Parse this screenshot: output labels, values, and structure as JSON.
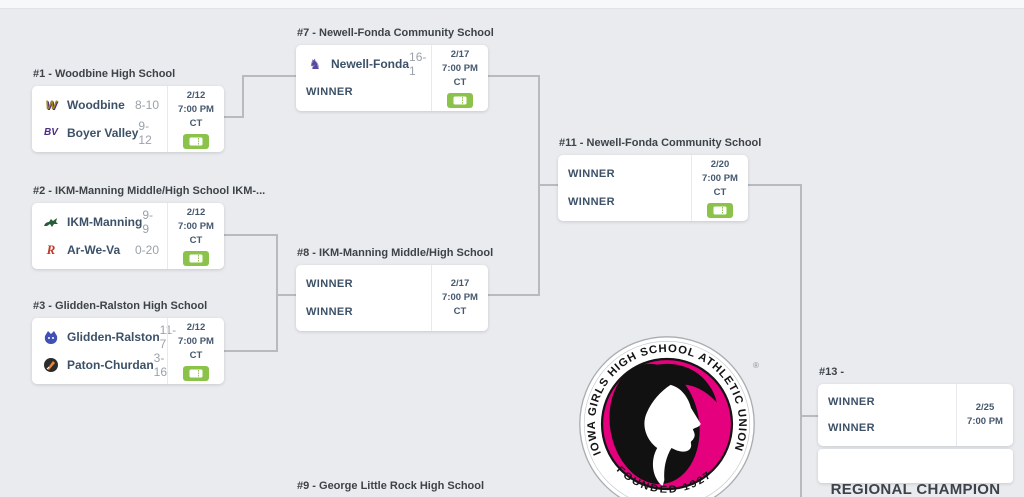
{
  "bracket": {
    "champion_label": "REGIONAL CHAMPION",
    "matches": [
      {
        "title": "#1 - Woodbine High School",
        "slot1": {
          "name": "Woodbine",
          "record": "8-10"
        },
        "slot2": {
          "name": "Boyer Valley",
          "record": "9-12"
        },
        "date": "2/12",
        "time": "7:00 PM",
        "tz": "CT"
      },
      {
        "title": "#2 - IKM-Manning Middle/High School IKM-...",
        "slot1": {
          "name": "IKM-Manning",
          "record": "9-9"
        },
        "slot2": {
          "name": "Ar-We-Va",
          "record": "0-20"
        },
        "date": "2/12",
        "time": "7:00 PM",
        "tz": "CT"
      },
      {
        "title": "#3 - Glidden-Ralston High School",
        "slot1": {
          "name": "Glidden-Ralston",
          "record": "11-7"
        },
        "slot2": {
          "name": "Paton-Churdan",
          "record": "3-16"
        },
        "date": "2/12",
        "time": "7:00 PM",
        "tz": "CT"
      },
      {
        "title": "#7 - Newell-Fonda Community School",
        "slot1": {
          "name": "Newell-Fonda",
          "record": "16-1"
        },
        "slot2": {
          "name": "WINNER"
        },
        "date": "2/17",
        "time": "7:00 PM",
        "tz": "CT"
      },
      {
        "title": "#8 - IKM-Manning Middle/High School",
        "slot1": {
          "name": "WINNER"
        },
        "slot2": {
          "name": "WINNER"
        },
        "date": "2/17",
        "time": "7:00 PM",
        "tz": "CT"
      },
      {
        "title": "#11 - Newell-Fonda Community School",
        "slot1": {
          "name": "WINNER"
        },
        "slot2": {
          "name": "WINNER"
        },
        "date": "2/20",
        "time": "7:00 PM",
        "tz": "CT"
      },
      {
        "title": "#13 -",
        "slot1": {
          "name": "WINNER"
        },
        "slot2": {
          "name": "WINNER"
        },
        "date": "2/25",
        "time": "7:00 PM"
      },
      {
        "title": "#9 - George Little Rock High School"
      }
    ]
  },
  "icons": {
    "woodbine": "W",
    "boyer_valley": "BV",
    "newell_fonda": "♞",
    "ar_we_va": "R"
  },
  "seal": {
    "ring_text": "IOWA GIRLS HIGH SCHOOL ATHLETIC UNION",
    "founded_text": "FOUNDED 1927",
    "registered_mark": "®"
  },
  "colors": {
    "background": "#e9ebef",
    "card": "#ffffff",
    "accent_green": "#8bc34a",
    "seal_pink": "#e5007d",
    "connector": "#b7babe"
  }
}
